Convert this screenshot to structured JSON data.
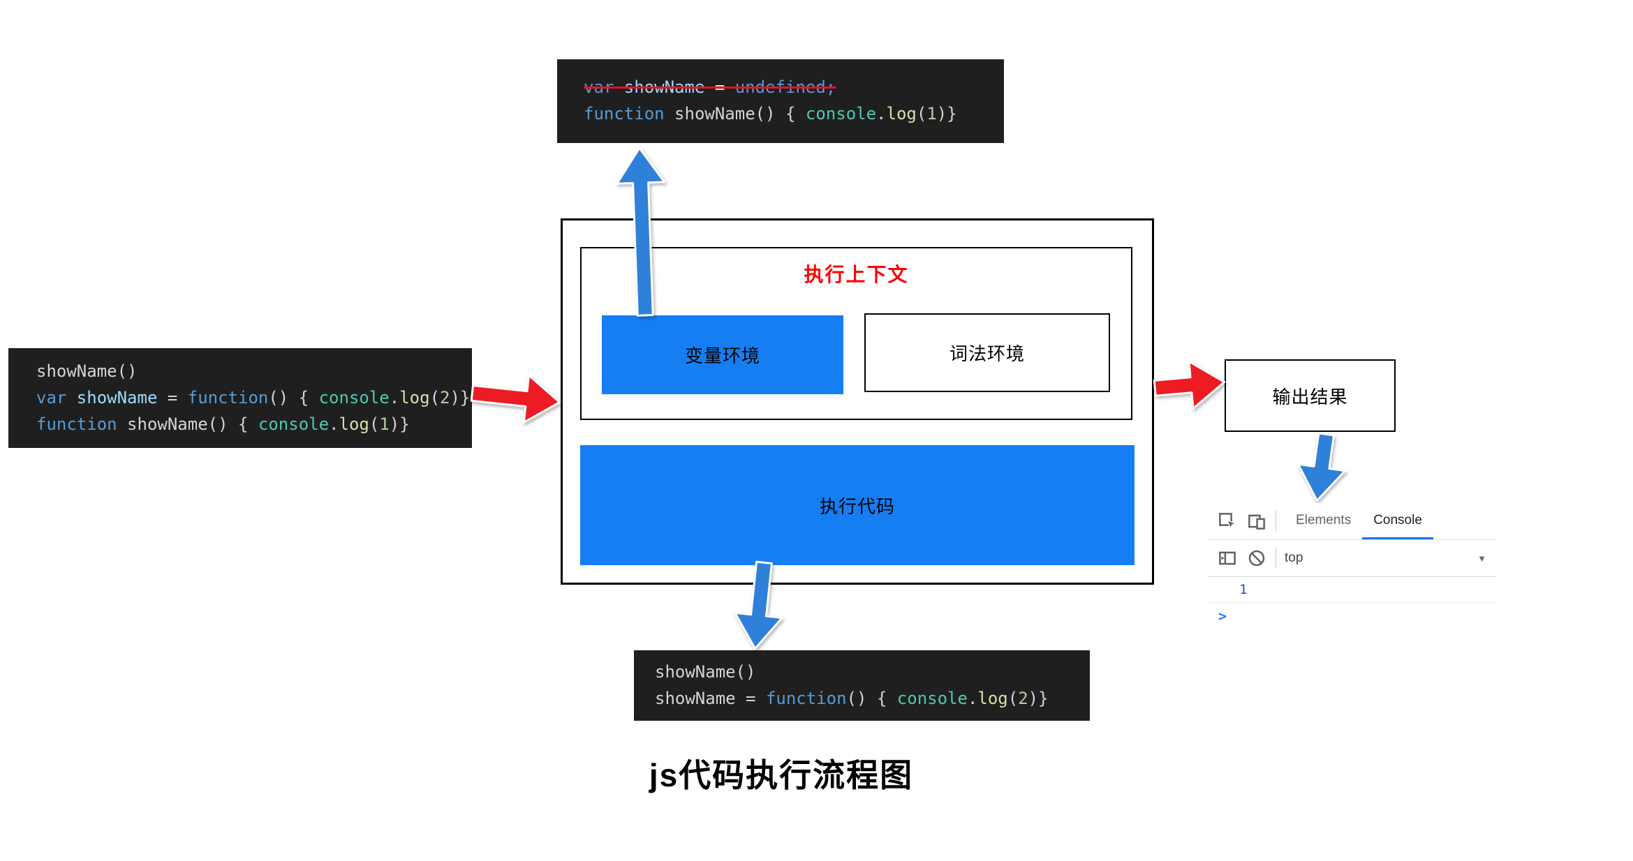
{
  "title": "js代码执行流程图",
  "colors": {
    "code_bg": "#1F1F1F",
    "box_blue": "#157EF3",
    "arrow_blue": "#2F80D9",
    "arrow_red": "#ED1C24",
    "strike_red": "#E81123",
    "context_red": "#FF0000",
    "tab_active_blue": "#1A73E8",
    "console_number_blue": "#1A53C7",
    "prompt_blue": "#2779F6",
    "icon_gray": "#5F6368",
    "token_keyword": "#569CD6",
    "token_variable": "#9CDCFE",
    "token_plain": "#D4D4D4",
    "token_class": "#4EC9B0",
    "token_function": "#DCDCAA",
    "token_number": "#B5CEA8"
  },
  "diagram": {
    "execution_context_label": "执行上下文",
    "variable_environment": "变量环境",
    "lexical_environment": "词法环境",
    "execute_code": "执行代码",
    "output_result": "输出结果"
  },
  "code_blocks": {
    "hoisted": {
      "lines": [
        {
          "strikethrough": true,
          "tokens": [
            {
              "t": "var ",
              "c": "kw"
            },
            {
              "t": "showName ",
              "c": "var"
            },
            {
              "t": "= ",
              "c": "pl"
            },
            {
              "t": "undefined;",
              "c": "kw"
            }
          ]
        },
        {
          "tokens": [
            {
              "t": "function ",
              "c": "kw"
            },
            {
              "t": "showName() { ",
              "c": "pl"
            },
            {
              "t": "console",
              "c": "cls"
            },
            {
              "t": ".",
              "c": "pl"
            },
            {
              "t": "log",
              "c": "fn"
            },
            {
              "t": "(",
              "c": "pl"
            },
            {
              "t": "1",
              "c": "num"
            },
            {
              "t": ")}",
              "c": "pl"
            }
          ]
        }
      ]
    },
    "source": {
      "lines": [
        {
          "tokens": [
            {
              "t": "showName()",
              "c": "pl"
            }
          ]
        },
        {
          "tokens": [
            {
              "t": "var ",
              "c": "kw"
            },
            {
              "t": "showName ",
              "c": "var"
            },
            {
              "t": "= ",
              "c": "pl"
            },
            {
              "t": "function",
              "c": "kw"
            },
            {
              "t": "() { ",
              "c": "pl"
            },
            {
              "t": "console",
              "c": "cls"
            },
            {
              "t": ".",
              "c": "pl"
            },
            {
              "t": "log",
              "c": "fn"
            },
            {
              "t": "(",
              "c": "pl"
            },
            {
              "t": "2",
              "c": "num"
            },
            {
              "t": ")}",
              "c": "pl"
            }
          ]
        },
        {
          "tokens": [
            {
              "t": "function ",
              "c": "kw"
            },
            {
              "t": "showName() { ",
              "c": "pl"
            },
            {
              "t": "console",
              "c": "cls"
            },
            {
              "t": ".",
              "c": "pl"
            },
            {
              "t": "log",
              "c": "fn"
            },
            {
              "t": "(",
              "c": "pl"
            },
            {
              "t": "1",
              "c": "num"
            },
            {
              "t": ")}",
              "c": "pl"
            }
          ]
        }
      ]
    },
    "executed": {
      "lines": [
        {
          "tokens": [
            {
              "t": "showName()",
              "c": "pl"
            }
          ]
        },
        {
          "tokens": [
            {
              "t": "showName ",
              "c": "pl"
            },
            {
              "t": "= ",
              "c": "pl"
            },
            {
              "t": "function",
              "c": "kw"
            },
            {
              "t": "() { ",
              "c": "pl"
            },
            {
              "t": "console",
              "c": "cls"
            },
            {
              "t": ".",
              "c": "pl"
            },
            {
              "t": "log",
              "c": "fn"
            },
            {
              "t": "(",
              "c": "pl"
            },
            {
              "t": "2",
              "c": "num"
            },
            {
              "t": ")}",
              "c": "pl"
            }
          ]
        }
      ]
    }
  },
  "devtools": {
    "tabs": [
      {
        "label": "Elements"
      },
      {
        "label": "Console"
      }
    ],
    "active_tab": "Console",
    "frame_selector": "top",
    "console_output": "1",
    "prompt": ">"
  }
}
